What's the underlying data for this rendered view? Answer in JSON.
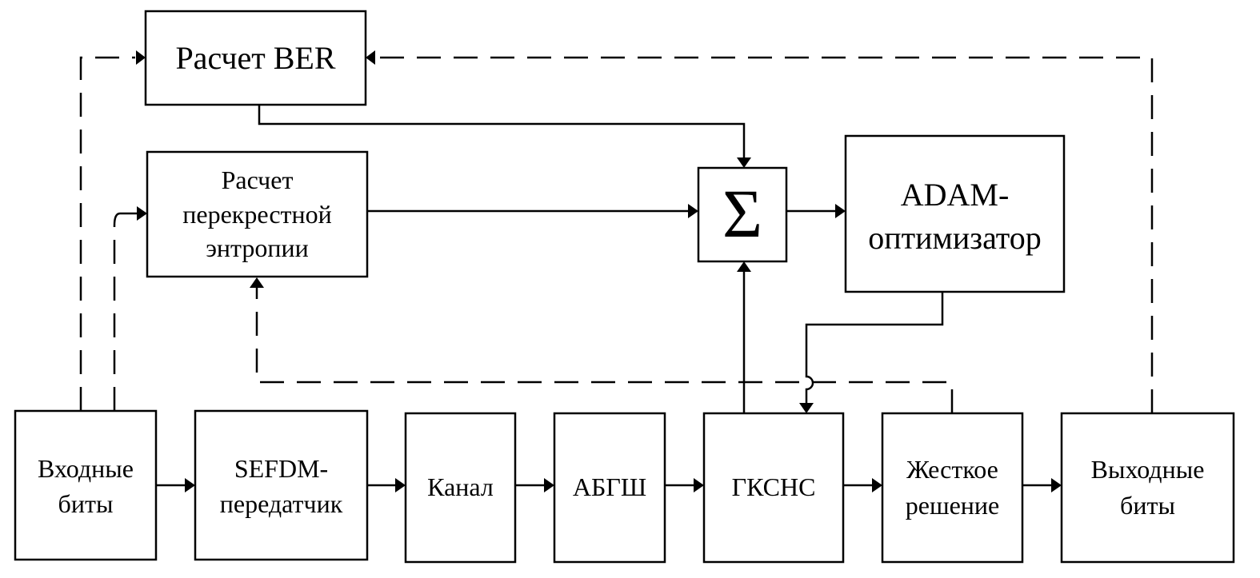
{
  "diagram": {
    "blocks": {
      "ber": {
        "lines": [
          "Расчет BER"
        ]
      },
      "ce": {
        "lines": [
          "Расчет",
          "перекрестной",
          "энтропии"
        ]
      },
      "sum": {
        "lines": [
          "Σ"
        ]
      },
      "adam": {
        "lines": [
          "ADAM-",
          "оптимизатор"
        ]
      },
      "input": {
        "lines": [
          "Входные",
          "биты"
        ]
      },
      "sefdm": {
        "lines": [
          "SEFDM-",
          "передатчик"
        ]
      },
      "channel": {
        "lines": [
          "Канал"
        ]
      },
      "awgn": {
        "lines": [
          "АБГШ"
        ]
      },
      "gksns": {
        "lines": [
          "ГКСНС"
        ]
      },
      "hard": {
        "lines": [
          "Жесткое",
          "решение"
        ]
      },
      "output": {
        "lines": [
          "Выходные",
          "биты"
        ]
      }
    }
  }
}
